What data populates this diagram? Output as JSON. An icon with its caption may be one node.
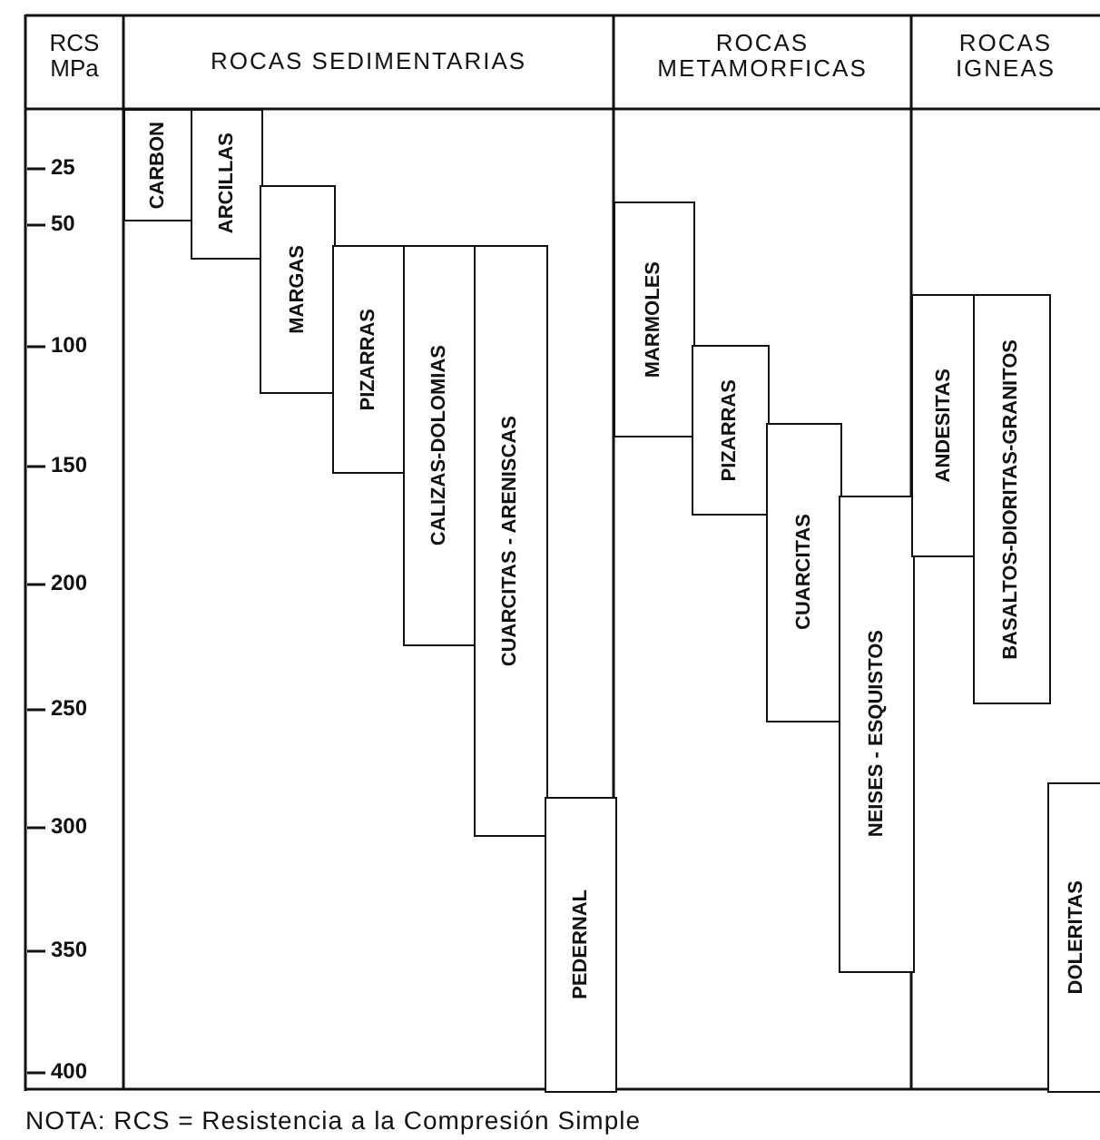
{
  "diagram": {
    "caption": "NOTA: RCS = Resistencia a la Compresión Simple",
    "nodes": [
      {
        "text": [
          "CARBON"
        ]
      },
      {
        "text": [
          "ARCILLAS"
        ]
      },
      {
        "text": [
          "MARGAS"
        ]
      },
      {
        "text": [
          "PIZARRAS"
        ]
      },
      {
        "text": [
          "CALIZAS-DOLOMIAS"
        ]
      },
      {
        "text": [
          "CUARCITAS - ARENISCAS"
        ]
      },
      {
        "text": [
          "PEDERNAL"
        ]
      },
      {
        "text": [
          "MARMOLES"
        ]
      },
      {
        "text": [
          "PIZARRAS"
        ]
      },
      {
        "text": [
          "CUARCITAS"
        ]
      },
      {
        "text": [
          "NEISES - ESQUISTOS"
        ]
      },
      {
        "text": [
          "ANDESITAS"
        ]
      },
      {
        "text": [
          "BASALTOS-DIORITAS-GRANITOS"
        ]
      },
      {
        "text": [
          "DOLERITAS"
        ]
      }
    ],
    "labels": [
      "RCS MPa",
      "ROCAS SEDIMENTARIAS",
      "ROCAS METAMORFICAS",
      "ROCAS IGNEAS",
      "25",
      "50",
      "100",
      "150",
      "200",
      "250",
      "300",
      "350",
      "400"
    ]
  }
}
